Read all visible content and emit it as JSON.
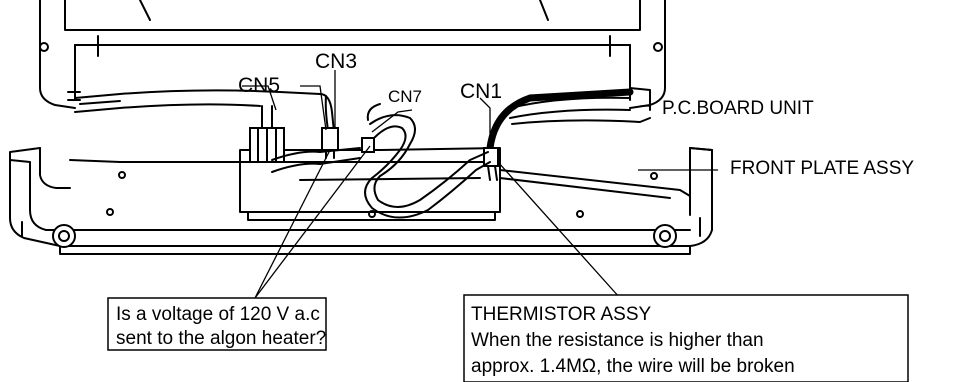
{
  "labels": {
    "cn3": "CN3",
    "cn5": "CN5",
    "cn7": "CN7",
    "cn1": "CN1",
    "pc_board": "P.C.BOARD UNIT",
    "front_plate": "FRONT PLATE ASSY"
  },
  "callouts": {
    "heater": {
      "line1": "Is a voltage of 120 V a.c",
      "line2": "sent to the algon heater?"
    },
    "thermistor": {
      "title": "THERMISTOR ASSY",
      "line1": "When the resistance is higher than",
      "line2": "approx. 1.4MΩ, the wire will be broken"
    }
  }
}
